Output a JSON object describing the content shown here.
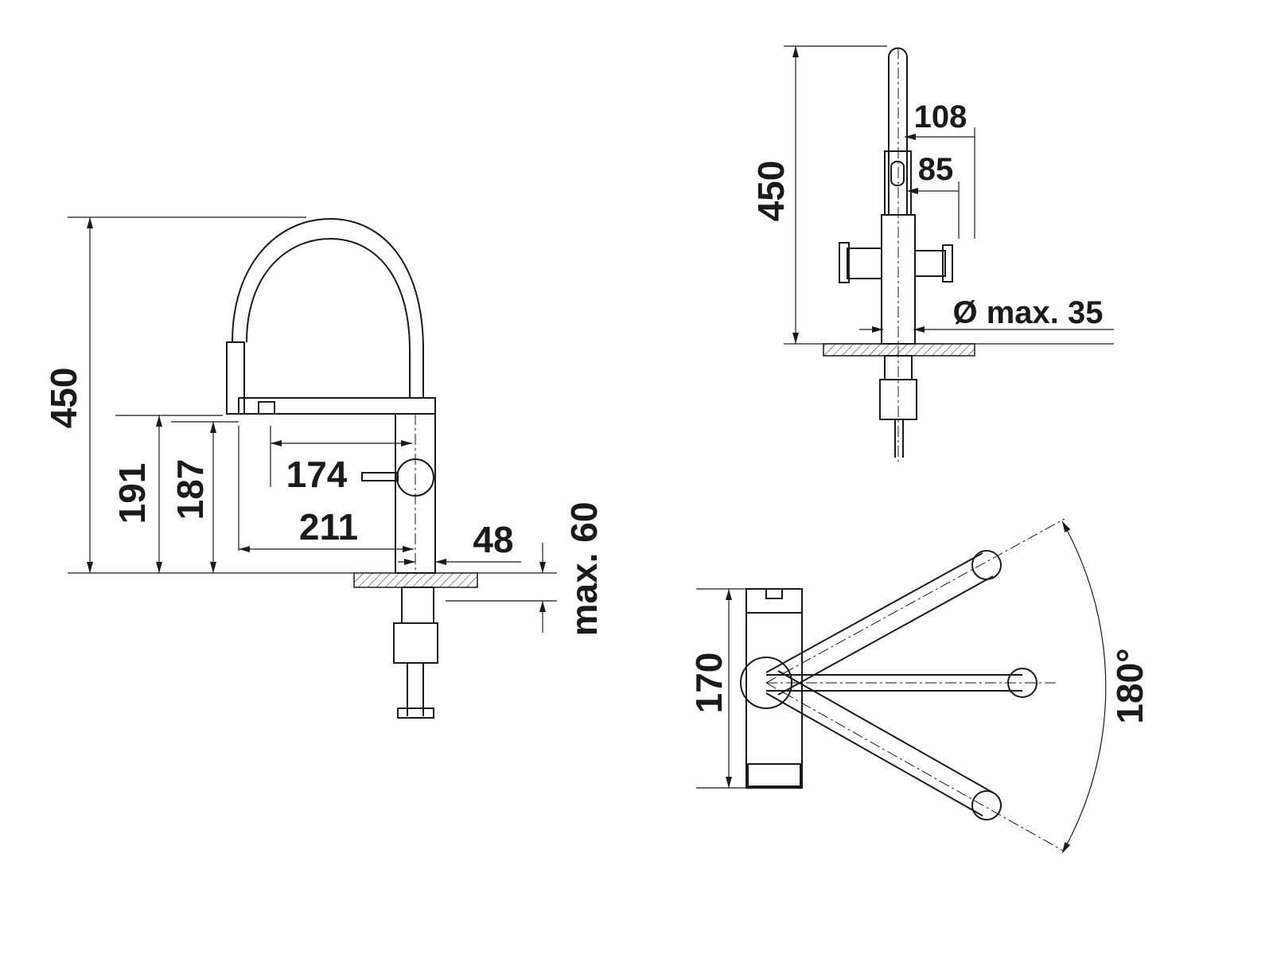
{
  "side_view": {
    "total_height": "450",
    "spout_height_outer": "191",
    "spout_height_inner": "187",
    "reach_inner": "174",
    "reach_outer": "211",
    "base_diameter": "48",
    "max_thickness": "max. 60"
  },
  "front_view": {
    "total_height": "450",
    "width_outer": "108",
    "width_inner": "85",
    "hole_diameter": "Ø max. 35"
  },
  "top_view": {
    "depth": "170",
    "swivel_angle": "180°"
  }
}
